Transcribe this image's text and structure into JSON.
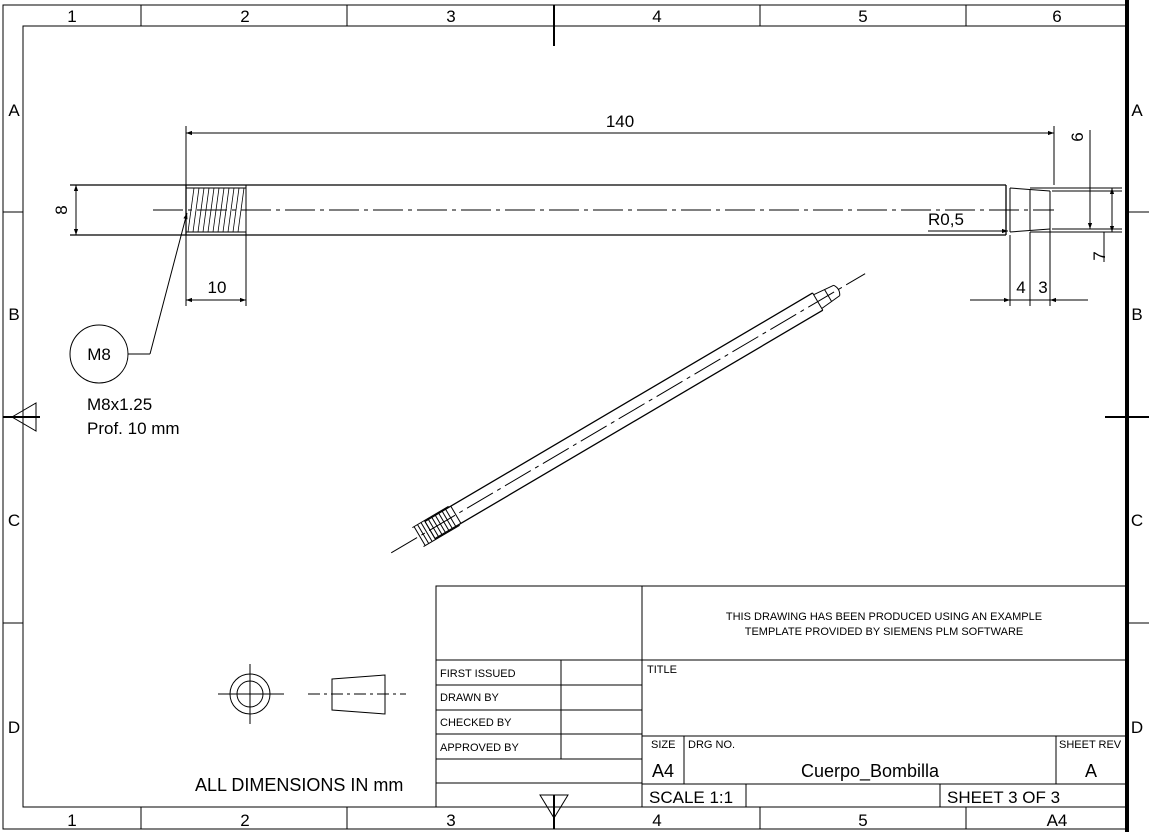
{
  "frame": {
    "columns": [
      "1",
      "2",
      "3",
      "4",
      "5",
      "6"
    ],
    "rows": [
      "A",
      "B",
      "C",
      "D"
    ],
    "corner_size": "A4"
  },
  "dimensions": {
    "overall_length": "140",
    "shaft_diameter": "8",
    "thread_length": "10",
    "tip_radius": "R0,5",
    "tip_diameter_small": "6",
    "tip_diameter_large": "7",
    "tip_len_a": "4",
    "tip_len_b": "3"
  },
  "thread_callout": {
    "balloon": "M8",
    "spec": "M8x1.25",
    "depth": "Prof. 10 mm"
  },
  "notes": {
    "units": "ALL DIMENSIONS IN mm"
  },
  "title_block": {
    "template_note_line1": "THIS DRAWING HAS BEEN PRODUCED USING AN EXAMPLE",
    "template_note_line2": "TEMPLATE PROVIDED BY SIEMENS PLM SOFTWARE",
    "first_issued_label": "FIRST ISSUED",
    "drawn_by_label": "DRAWN BY",
    "checked_by_label": "CHECKED BY",
    "approved_by_label": "APPROVED BY",
    "title_label": "TITLE",
    "size_label": "SIZE",
    "drg_no_label": "DRG NO.",
    "sheet_rev_label": "SHEET REV",
    "size": "A4",
    "drawing_number": "Cuerpo_Bombilla",
    "revision": "A",
    "scale": "SCALE 1:1",
    "sheet": "SHEET 3 OF 3"
  }
}
